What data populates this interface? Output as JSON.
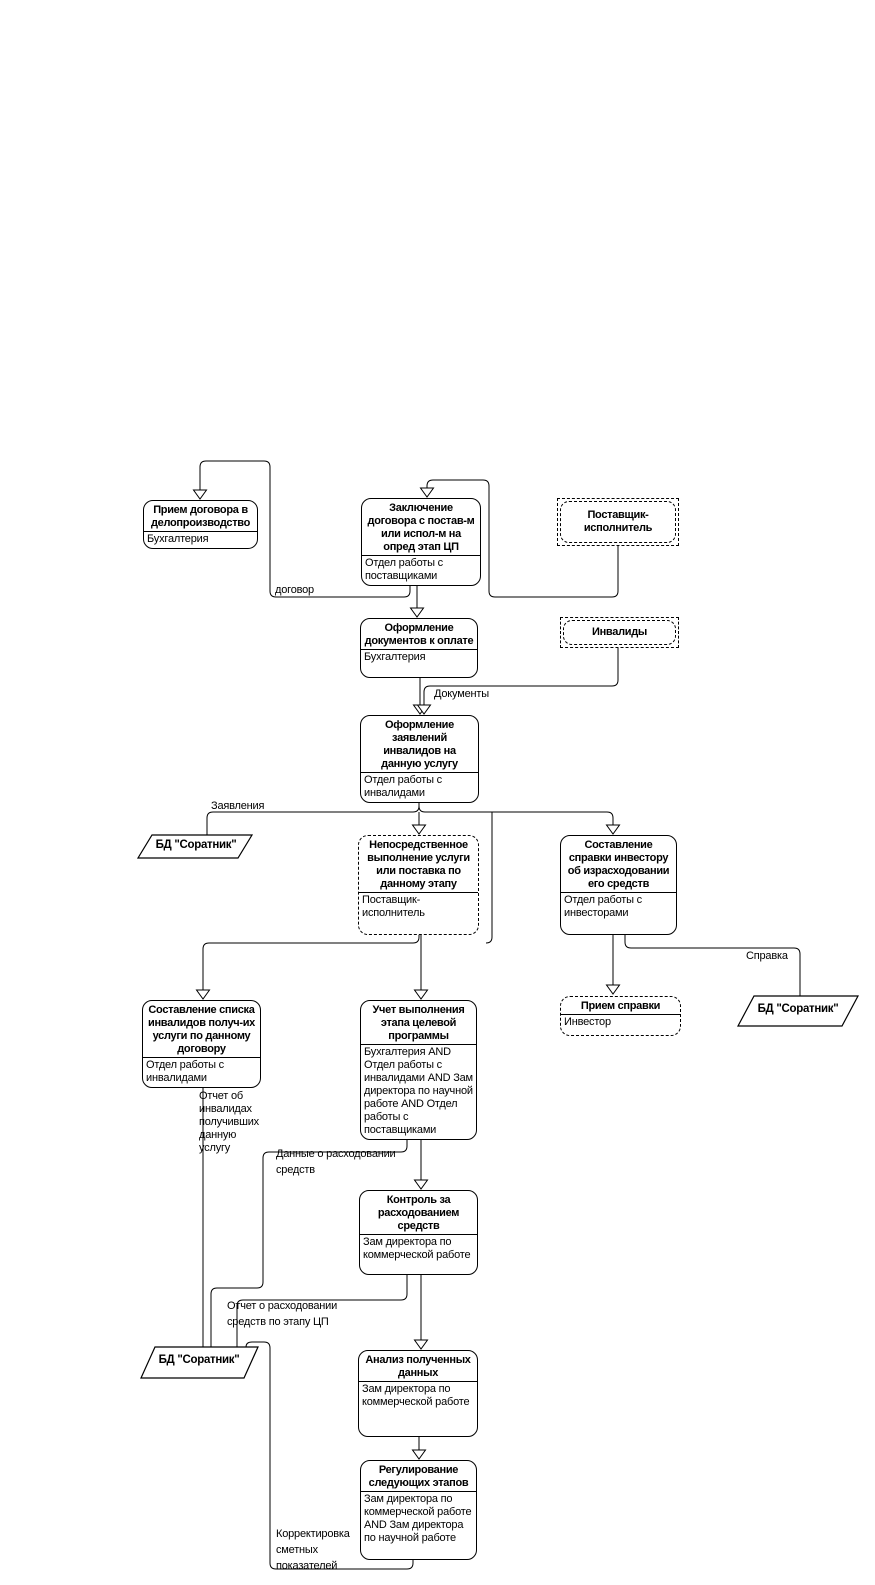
{
  "blocks": [
    {
      "title": "Прием договора в делопроизводство",
      "performer": "Бухгалтерия"
    },
    {
      "title": "Заключение договора с постав-м или испол-м на опред этап ЦП",
      "performer": "Отдел работы с поставщиками"
    },
    {
      "title": "Оформление документов к оплате",
      "performer": "Бухгалтерия"
    },
    {
      "title": "Оформление заявлений инвалидов на данную услугу",
      "performer": "Отдел работы с инвалидами"
    },
    {
      "title": "Непосредственное выполнение услуги или поставка по данному этапу",
      "performer": "Поставщик-исполнитель"
    },
    {
      "title": "Составление справки инвестору об израсходовании его средств",
      "performer": "Отдел работы с инвесторами"
    },
    {
      "title": "Прием справки",
      "performer": "Инвестор"
    },
    {
      "title": "Составление списка инвалидов получ-их услуги по данному договору",
      "performer": "Отдел работы с инвалидами"
    },
    {
      "title": "Учет выполнения этапа целевой программы",
      "performer": "Бухгалтерия AND Отдел работы с инвалидами AND Зам директора по научной работе AND Отдел работы с поставщиками"
    },
    {
      "title": "Контроль за расходованием средств",
      "performer": "Зам директора по коммерческой работе"
    },
    {
      "title": "Анализ полученных данных",
      "performer": "Зам директора по коммерческой работе"
    },
    {
      "title": "Регулирование следующих этапов",
      "performer": "Зам директора по коммерческой работе AND Зам директора по научной работе"
    }
  ],
  "entities": [
    {
      "label": "Поставщик-исполнитель"
    },
    {
      "label": "Инвалиды"
    }
  ],
  "datastores": [
    {
      "label": "БД \"Соратник\""
    },
    {
      "label": "БД \"Соратник\""
    },
    {
      "label": "БД \"Соратник\""
    }
  ],
  "arrow_labels": [
    {
      "text": "договор"
    },
    {
      "text": "Документы"
    },
    {
      "text": "Заявления"
    },
    {
      "text": "Справка"
    },
    {
      "text": "Отчет об инвалидах получивших данную услугу"
    },
    {
      "text": "Данные о расходовании средств"
    },
    {
      "text": "Отчет о расходовании средств по этапу ЦП"
    },
    {
      "text": "Корректировка сметных показателей"
    }
  ]
}
